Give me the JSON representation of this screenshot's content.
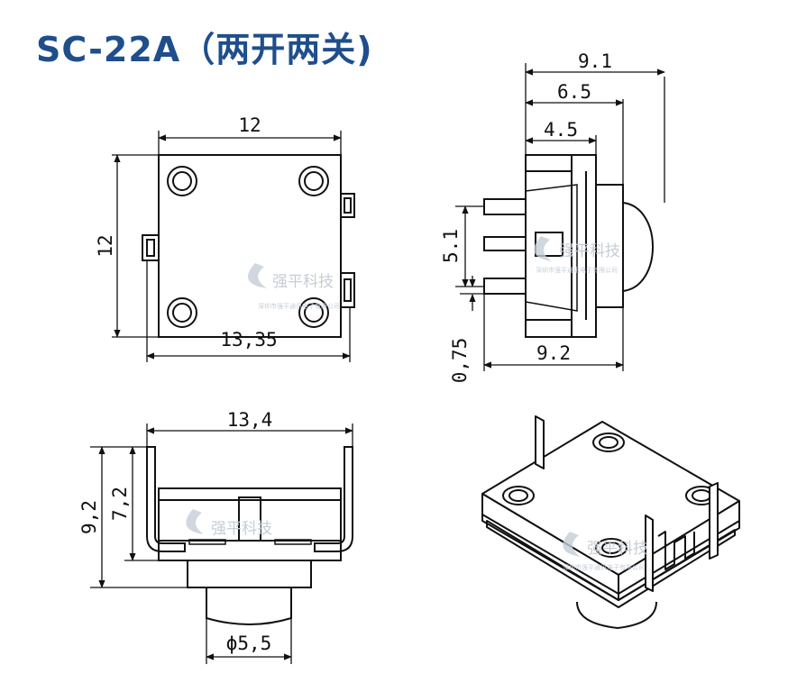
{
  "title": "SC-22A（两开两关)",
  "watermark": {
    "brand": "强平科技",
    "company": "深圳市强平通讯电子有限公司"
  },
  "top_view": {
    "width": "12",
    "height": "12",
    "overall_width": "13,35"
  },
  "side_view": {
    "total_depth": "9.1",
    "mid_depth": "6.5",
    "body_depth": "4.5",
    "pin_span": "5.1",
    "pin_offset": "0,75",
    "pin_length": "9.2"
  },
  "front_view": {
    "width": "13,4",
    "total_height": "9,2",
    "pin_height": "7,2",
    "knob_diameter": "ϕ5,5"
  },
  "colors": {
    "title": "#1f4e8c",
    "line": "#111111",
    "watermark": "#c6cdd6"
  }
}
